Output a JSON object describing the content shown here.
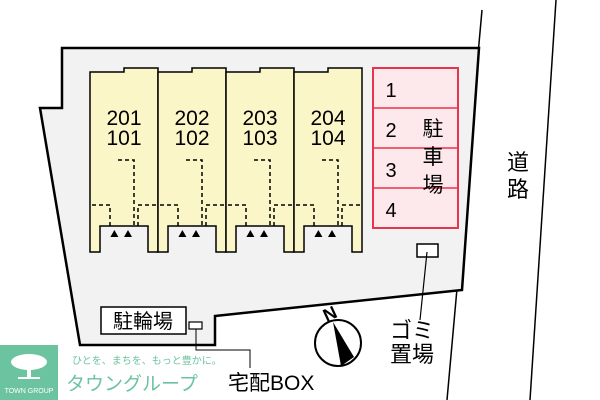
{
  "units": [
    {
      "upper": "201",
      "lower": "101"
    },
    {
      "upper": "202",
      "lower": "102"
    },
    {
      "upper": "203",
      "lower": "103"
    },
    {
      "upper": "204",
      "lower": "104"
    }
  ],
  "parking": {
    "label_chars": [
      "駐",
      "車",
      "場"
    ],
    "spaces": [
      "1",
      "2",
      "3",
      "4"
    ]
  },
  "road": {
    "label_chars": [
      "道",
      "路"
    ]
  },
  "bicycle_parking": "駐輪場",
  "garbage": {
    "line1": "ゴミ",
    "line2": "置場"
  },
  "delivery_box": "宅配BOX",
  "compass": "N",
  "logo": {
    "tagline": "ひとを、まちを、もっと豊かに。",
    "name": "タウングループ",
    "badge": "TOWN GROUP"
  },
  "colors": {
    "lot": "#f2f2f2",
    "unit": "#fbf6c8",
    "parking_fill": "#fde8ec",
    "parking_stroke": "#e8344e",
    "logo": "#6cc3a0"
  }
}
